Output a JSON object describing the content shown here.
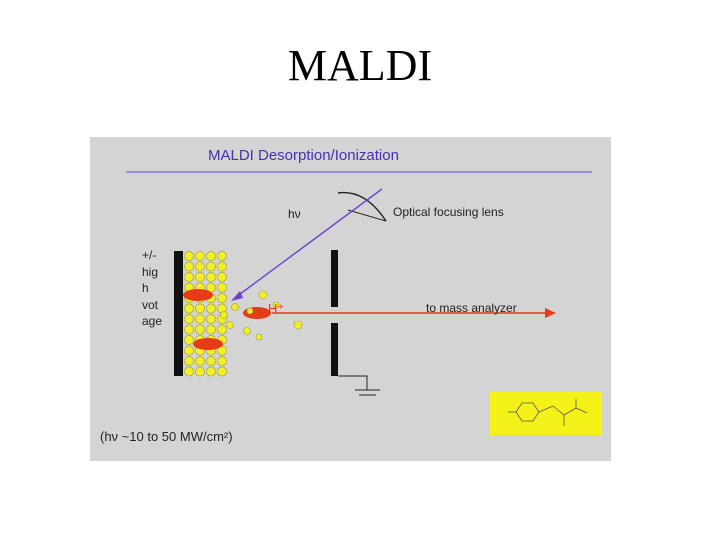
{
  "slide": {
    "title": "MALDI"
  },
  "diagram": {
    "title": "MALDI Desorption/Ionization",
    "photon_label": "hν",
    "lens_label": "Optical focusing lens",
    "voltage_label": [
      "+/-",
      "hig",
      "h",
      "vot",
      "age"
    ],
    "ion_label": "H⁺",
    "analyzer_label": "to mass analyzer",
    "power_label": "(hν ~10 to 50 MW/cm²)"
  },
  "colors": {
    "background": "#d4d4d4",
    "title_purple": "#4a2fb0",
    "laser_beam": "#6b3fd6",
    "matrix_yellow": "#f2ee2a",
    "analyte_red": "#e53b17",
    "plate_black": "#111111",
    "structure_box": "#f5f21a"
  },
  "icons": {
    "lens": "lens-icon",
    "ground": "ground-icon",
    "structure": "molecule-structure-icon"
  }
}
